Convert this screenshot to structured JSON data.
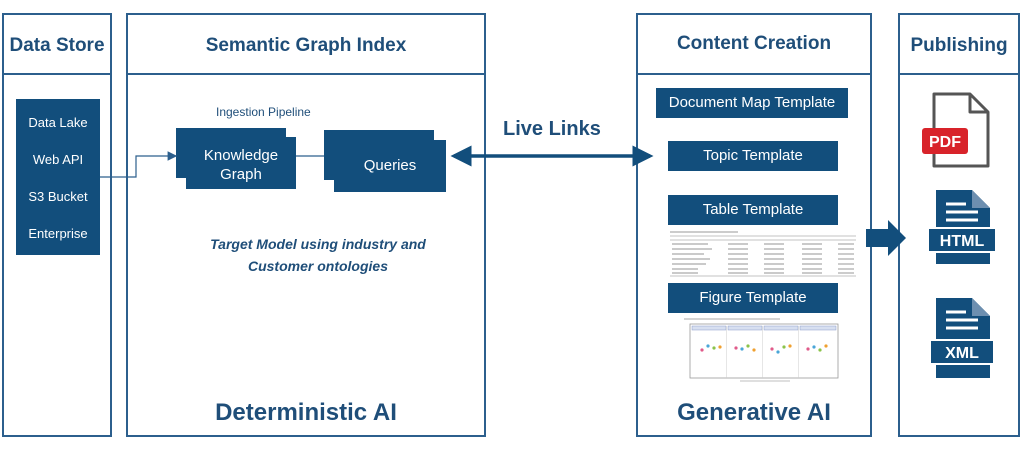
{
  "data_store": {
    "title": "Data Store",
    "items": [
      "Data Lake",
      "Web API",
      "S3 Bucket",
      "Enterprise"
    ]
  },
  "semantic_graph": {
    "title": "Semantic Graph Index",
    "pipeline_label": "Ingestion Pipeline",
    "knowledge_graph": "Knowledge Graph",
    "queries": "Queries",
    "note_line1": "Target Model using industry and",
    "note_line2": "Customer ontologies",
    "footer": "Deterministic AI"
  },
  "live_links": "Live Links",
  "content_creation": {
    "title": "Content Creation",
    "templates": [
      "Document Map Template",
      "Topic Template",
      "Table Template",
      "Figure Template"
    ],
    "footer": "Generative AI"
  },
  "publishing": {
    "title": "Publishing",
    "formats": [
      "PDF",
      "HTML",
      "XML"
    ],
    "pdf_color": "#d8232a",
    "doc_color": "#124e7c"
  },
  "colors": {
    "border": "#2c5f8d",
    "box": "#124e7c",
    "text": "#1f4e79"
  }
}
